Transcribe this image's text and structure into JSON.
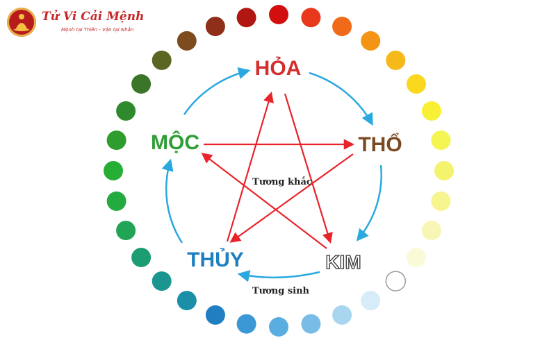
{
  "brand": {
    "name": "Tử Vi Cải Mệnh",
    "slogan": "Mệnh tại Thiên - Vận tại Nhân"
  },
  "elements": {
    "hoa": {
      "label": "HỎA",
      "color": "#d32f2f"
    },
    "tho": {
      "label": "THỔ",
      "color": "#7b4a22"
    },
    "kim": {
      "label": "KIM",
      "color": "#ffffff",
      "outline": "#333333"
    },
    "thuy": {
      "label": "THỦY",
      "color": "#1f7fc1"
    },
    "moc": {
      "label": "MỘC",
      "color": "#2e9e35"
    }
  },
  "cycle_labels": {
    "khac": "Tương khắc",
    "sinh": "Tương sinh"
  },
  "arrow_colors": {
    "sinh": "#29a9e0",
    "khac": "#e8232a"
  },
  "color_wheel": [
    "#d20f0f",
    "#e8381b",
    "#f06a1a",
    "#f39414",
    "#f6b91a",
    "#f9d81e",
    "#f7f034",
    "#f4f453",
    "#f4f36d",
    "#f6f58f",
    "#f8f6b4",
    "#fbfad8",
    "#ffffff",
    "#d6ecf8",
    "#a8d6ef",
    "#79bde6",
    "#5aaedf",
    "#3b98d5",
    "#1f7fc1",
    "#1b8fa8",
    "#1a9590",
    "#1c9c72",
    "#20a455",
    "#23ab3f",
    "#27ae35",
    "#2e9d2e",
    "#2f8a2e",
    "#3a752a",
    "#5b6622",
    "#7d4c1e",
    "#8f2f1a",
    "#b01712"
  ]
}
